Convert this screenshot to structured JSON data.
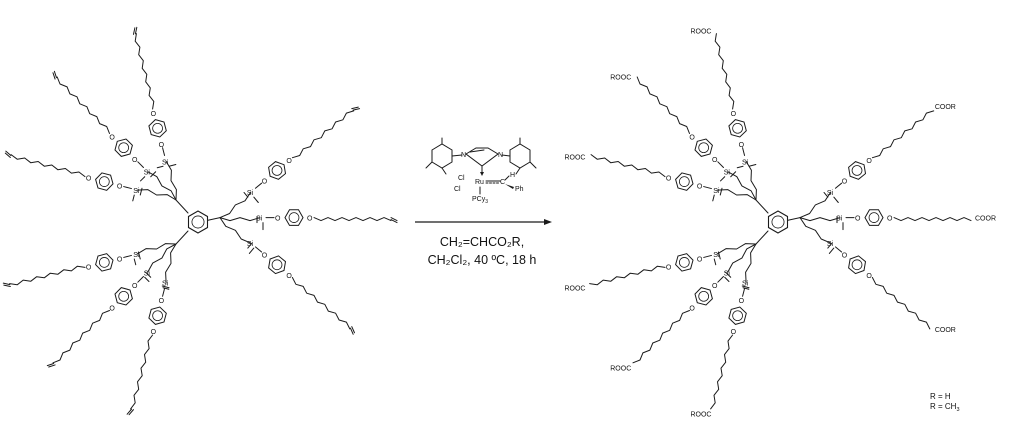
{
  "scheme": {
    "catalyst": {
      "cl_upper": "Cl",
      "cl_lower": "Cl",
      "metal": "Ru",
      "hydrogen": "H",
      "phenyl": "Ph",
      "phosphine": "PCy",
      "phosphine_sub": "3",
      "nitrogen_left": "N",
      "nitrogen_right": "N"
    },
    "conditions": {
      "reagent": "CH₂=CHCO₂R,",
      "solvent_temp_time": "CH₂Cl₂, 40 ºC, 18 h"
    },
    "labels": {
      "silicon": "Si",
      "oxygen": "O",
      "ester": "COOR",
      "ester_reversed": "ROOC"
    },
    "legend": {
      "r_h": "R = H",
      "r_ch3_prefix": "R = CH",
      "r_ch3_sub": "3"
    },
    "colors": {
      "ink": "#1a1a1a",
      "background": "#ffffff"
    }
  }
}
